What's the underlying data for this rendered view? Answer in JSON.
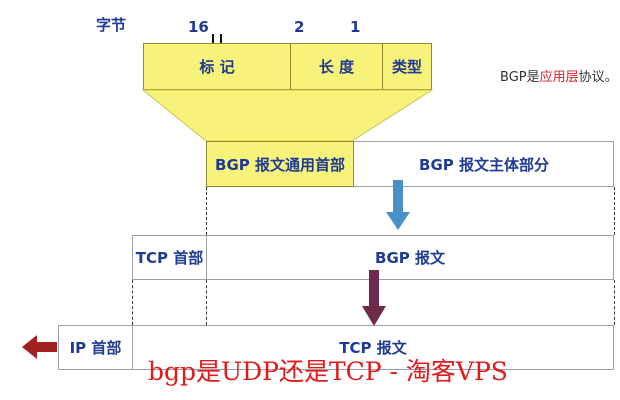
{
  "header": {
    "bytes_label": "字节",
    "size_16": "16",
    "size_2": "2",
    "size_1": "1"
  },
  "header_fields": {
    "marker": "标 记",
    "length": "长 度",
    "type": "类型"
  },
  "side_note": {
    "prefix": "BGP是",
    "highlight": "应用层",
    "suffix": "协议。"
  },
  "bgp_message": {
    "common_header": "BGP 报文通用首部",
    "body": "BGP 报文主体部分"
  },
  "tcp_segment": {
    "header": "TCP 首部",
    "payload": "BGP 报文"
  },
  "ip_packet": {
    "header": "IP 首部",
    "payload": "TCP 报文"
  },
  "watermark": "bgp是UDP还是TCP - 淘客VPS",
  "colors": {
    "yellow_fill": "#f6f27a",
    "label_blue": "#1f3a93",
    "arrow_blue": "#4a90c8",
    "arrow_purple": "#6e2a4c",
    "arrow_red": "#a32020",
    "watermark_red": "#e21a1a"
  }
}
